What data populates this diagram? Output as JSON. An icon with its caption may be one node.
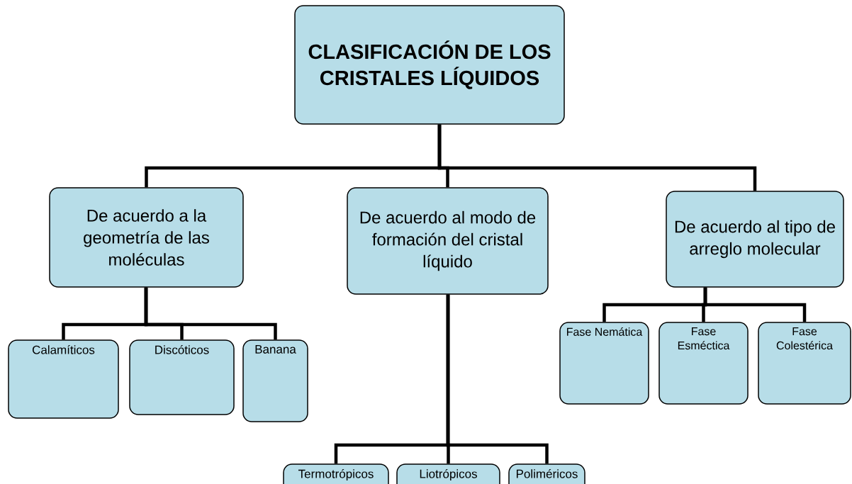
{
  "diagram": {
    "nodes": [
      {
        "text": [
          "CLASIFICACIÓN DE LOS CRISTALES LÍQUIDOS"
        ]
      },
      {
        "text": [
          "De acuerdo a la geometría de las moléculas"
        ]
      },
      {
        "text": [
          "De acuerdo al modo de formación del cristal líquido"
        ]
      },
      {
        "text": [
          "De acuerdo al tipo de arreglo molecular"
        ]
      },
      {
        "text": [
          "Calamíticos"
        ]
      },
      {
        "text": [
          "Discóticos"
        ]
      },
      {
        "text": [
          "Banana"
        ]
      },
      {
        "text": [
          "Termotrópicos"
        ]
      },
      {
        "text": [
          "Liotrópicos"
        ]
      },
      {
        "text": [
          "Poliméricos"
        ]
      },
      {
        "text": [
          "Fase Nemática"
        ]
      },
      {
        "text": [
          "Fase Esméctica"
        ]
      },
      {
        "text": [
          "Fase Colestérica"
        ]
      }
    ],
    "edges": [
      {
        "from": 0,
        "to": 1,
        "arrow": "none"
      },
      {
        "from": 0,
        "to": 2,
        "arrow": "none"
      },
      {
        "from": 0,
        "to": 3,
        "arrow": "none"
      },
      {
        "from": 1,
        "to": 4,
        "arrow": "none"
      },
      {
        "from": 1,
        "to": 5,
        "arrow": "none"
      },
      {
        "from": 1,
        "to": 6,
        "arrow": "none"
      },
      {
        "from": 2,
        "to": 7,
        "arrow": "none"
      },
      {
        "from": 2,
        "to": 8,
        "arrow": "none"
      },
      {
        "from": 2,
        "to": 9,
        "arrow": "none"
      },
      {
        "from": 3,
        "to": 10,
        "arrow": "none"
      },
      {
        "from": 3,
        "to": 11,
        "arrow": "none"
      },
      {
        "from": 3,
        "to": 12,
        "arrow": "none"
      }
    ]
  }
}
